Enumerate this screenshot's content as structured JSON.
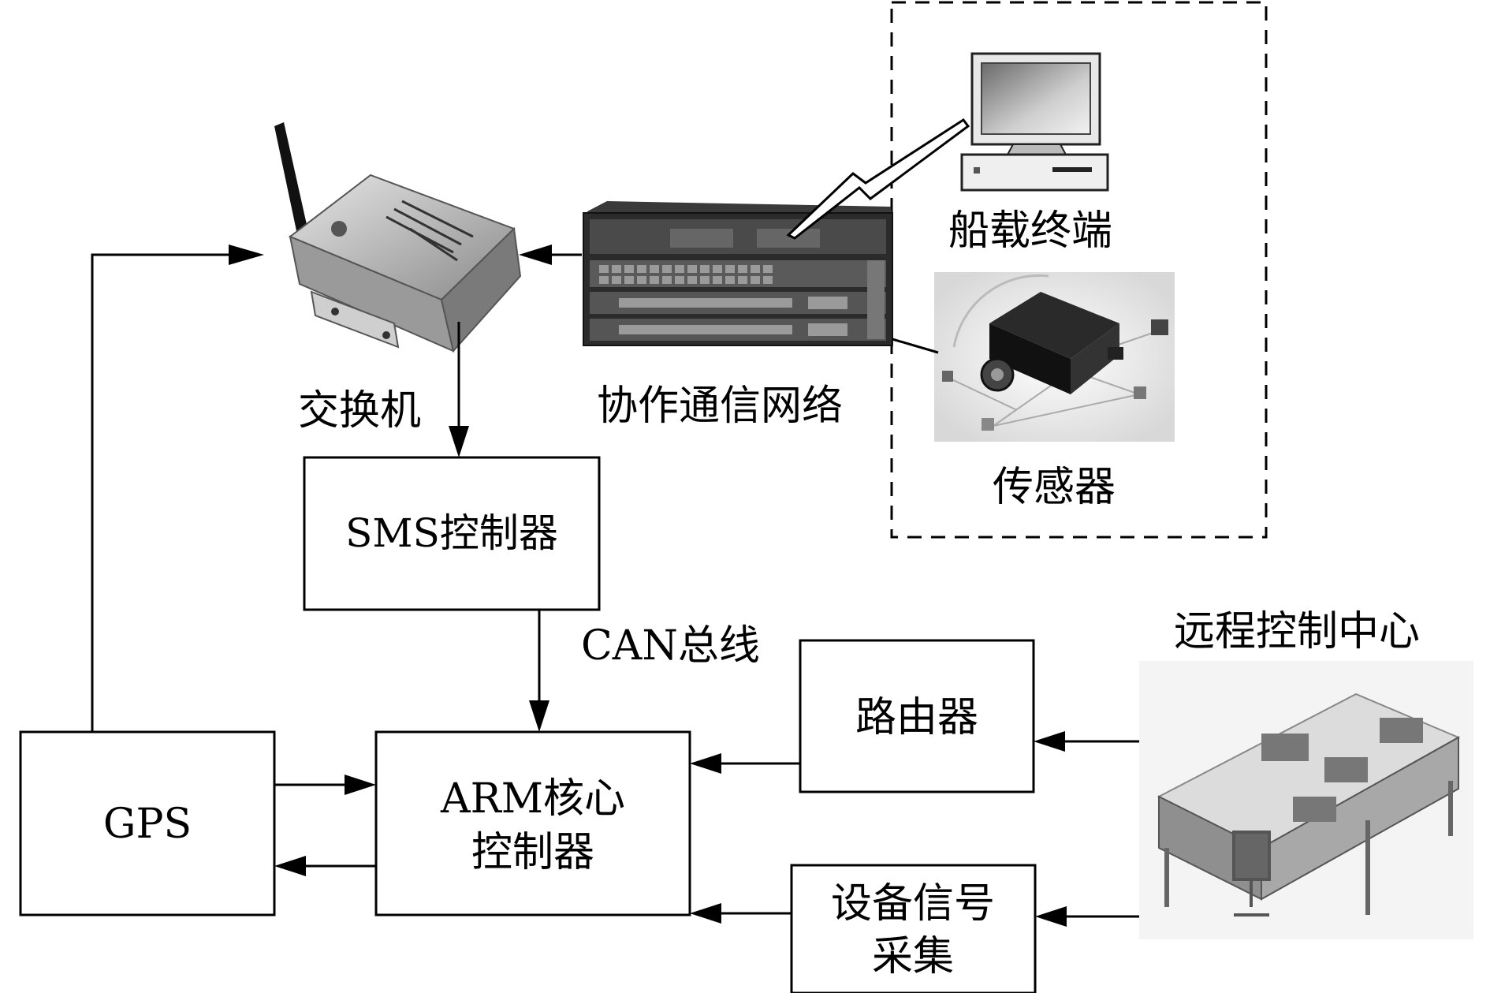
{
  "labels": {
    "switch": "交换机",
    "network": "协作通信网络",
    "ship_terminal": "船载终端",
    "sensor": "传感器",
    "sms_controller": "SMS控制器",
    "can_bus": "CAN总线",
    "remote_center": "远程控制中心",
    "router": "路由器",
    "gps": "GPS",
    "arm_line1": "ARM核心",
    "arm_line2": "控制器",
    "signal_line1": "设备信号",
    "signal_line2": "采集"
  },
  "icons": {
    "switch_device": "wireless-switch-icon",
    "network_device": "rack-switch-icon",
    "terminal": "desktop-computer-icon",
    "sensor": "sensor-device-icon",
    "control_center": "office-workstation-icon"
  }
}
